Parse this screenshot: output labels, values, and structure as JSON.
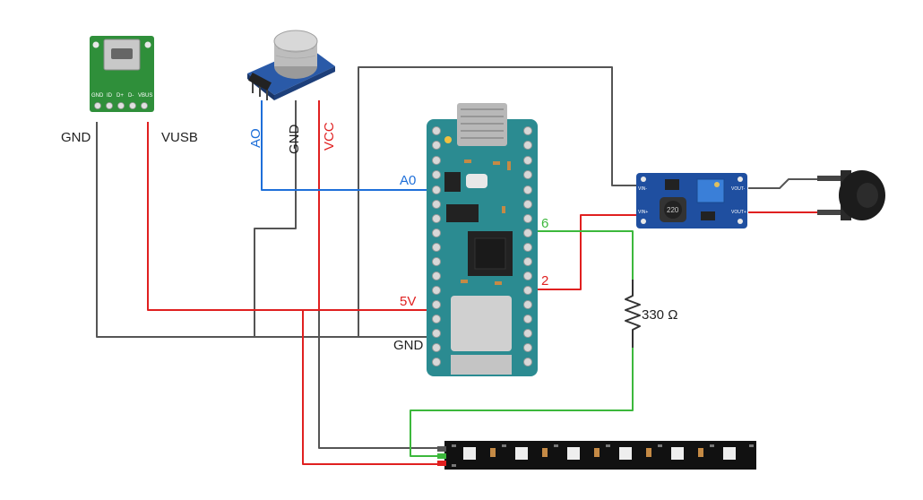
{
  "colors": {
    "gnd_wire": "#555555",
    "power_wire": "#e02020",
    "analog_wire": "#1e6fd9",
    "data_wire": "#3cb83c",
    "board": "#2b8b91",
    "pcb_green": "#2f8f3a",
    "sensor_blue": "#2a5aa8"
  },
  "usb_module": {
    "pin_labels": [
      "GND",
      "ID",
      "D+",
      "D-",
      "VBUS"
    ],
    "wire_labels": {
      "gnd": "GND",
      "vusb": "VUSB"
    }
  },
  "gas_sensor": {
    "pin_labels": {
      "ao": "AO",
      "gnd": "GND",
      "vcc": "VCC"
    }
  },
  "arduino": {
    "pin_labels": {
      "a0": "A0",
      "v5": "5V",
      "gnd": "GND",
      "d6": "6",
      "d2": "2"
    }
  },
  "boost_converter": {
    "inductor_label": "220",
    "pin_labels": [
      "VIN-",
      "VIN+",
      "VOUT-",
      "VOUT+"
    ]
  },
  "resistor": {
    "label": "330 Ω"
  }
}
